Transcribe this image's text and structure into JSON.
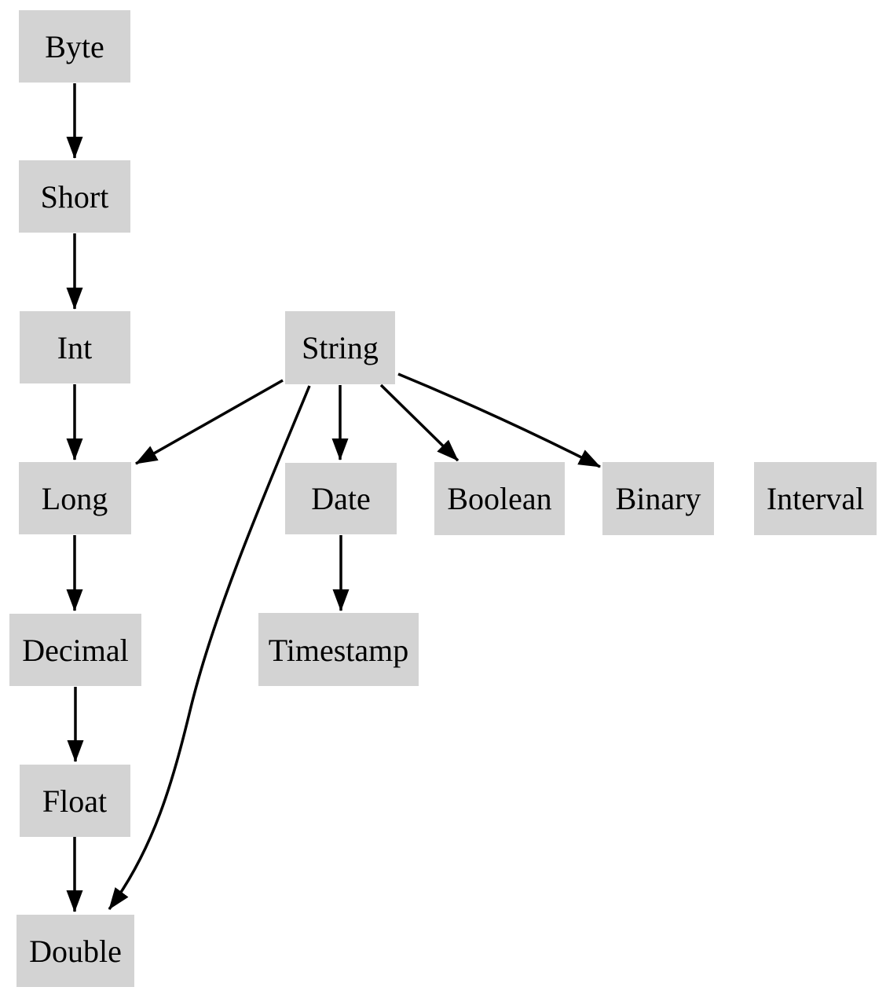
{
  "diagram": {
    "type": "directed-graph",
    "description": "Type promotion hierarchy diagram",
    "colors": {
      "background": "#ffffff",
      "node_fill": "#d3d3d3",
      "edge": "#000000",
      "text": "#000000"
    },
    "nodes": {
      "byte": {
        "label": "Byte"
      },
      "short": {
        "label": "Short"
      },
      "int": {
        "label": "Int"
      },
      "long": {
        "label": "Long"
      },
      "decimal": {
        "label": "Decimal"
      },
      "float": {
        "label": "Float"
      },
      "double": {
        "label": "Double"
      },
      "string": {
        "label": "String"
      },
      "date": {
        "label": "Date"
      },
      "timestamp": {
        "label": "Timestamp"
      },
      "boolean": {
        "label": "Boolean"
      },
      "binary": {
        "label": "Binary"
      },
      "interval": {
        "label": "Interval"
      }
    },
    "edges": [
      {
        "from": "Byte",
        "to": "Short"
      },
      {
        "from": "Short",
        "to": "Int"
      },
      {
        "from": "Int",
        "to": "Long"
      },
      {
        "from": "Long",
        "to": "Decimal"
      },
      {
        "from": "Decimal",
        "to": "Float"
      },
      {
        "from": "Float",
        "to": "Double"
      },
      {
        "from": "String",
        "to": "Long"
      },
      {
        "from": "String",
        "to": "Date"
      },
      {
        "from": "String",
        "to": "Boolean"
      },
      {
        "from": "String",
        "to": "Binary"
      },
      {
        "from": "String",
        "to": "Double"
      },
      {
        "from": "Date",
        "to": "Timestamp"
      }
    ]
  }
}
